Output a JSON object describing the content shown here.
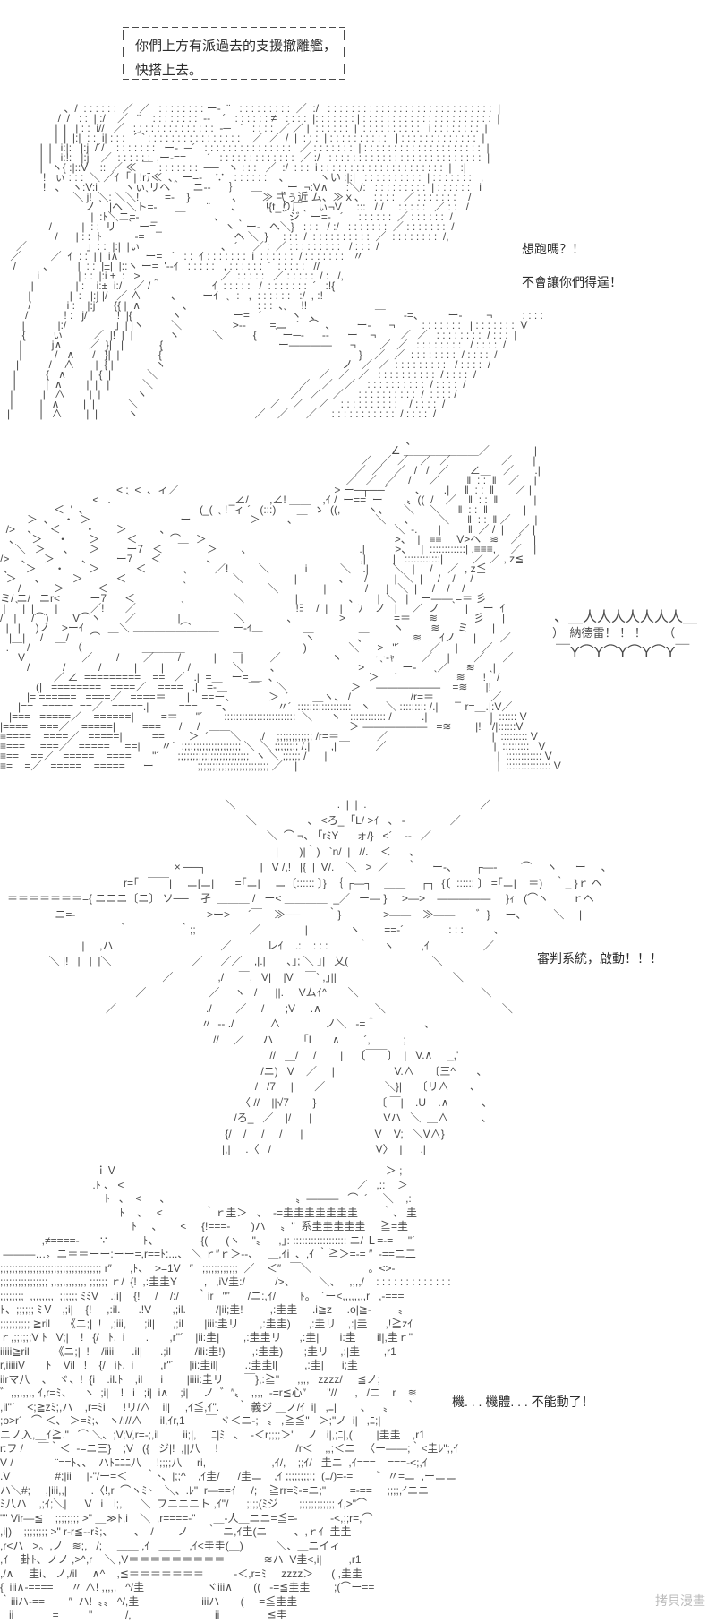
{
  "page": {
    "background": "#ffffff",
    "aa_ink": "#555555",
    "text_ink": "#2b2b2b",
    "watermark_color": "#bcbcbc"
  },
  "dialogue_box": {
    "line1": "你們上方有派過去的支援撤離艦，",
    "line2": "快搭上去。"
  },
  "speeches": [
    {
      "id": "speech-want-to-run",
      "text": "想跑嗎？！"
    },
    {
      "id": "speech-wont-let-you",
      "text": "不會讓你們得逞！"
    },
    {
      "id": "speech-judgement",
      "text": "審判系統，啟動！！！"
    },
    {
      "id": "speech-cant-move",
      "text": "機. . . 機體. . . 不能動了！"
    }
  ],
  "shout_bubble": {
    "top": "、＿人人人人人人人＿",
    "middle": "）　納德雷！ ！ ！　　（",
    "bottom": "￣Y⌒Y⌒Y⌒Y⌒Y￣"
  },
  "watermark": {
    "text": "拷貝漫畫"
  },
  "aa_blocks": [
    {
      "name": "aa-figure",
      "text": "                   、/  : : : : : :  ／  ／   : : : : : : : : ー‐  ¨   : : : : : : : : :  ／  :/   : : : : : : : : : : : : : : : : : : : : : : : : : : : :  |\n                 /  /   : :  | :/    ／   ¨    : : : : : : : :  ‐‐    ´   : : : : : : ≠   : : : :  |: : : : : : : | : : : : : : : : : : : : : : : : : : : : : :  |\n                |  |   | : :  i//   ／   : : : : : : : : : : : : : :  ‐─   ´   : : : :  ／ ／ |  : : : : : :  |  : : : : : : : : : :   i : : : : : : : :  |\n                |  |  |:|  : :  i| : : :   ⌒ : : : : : : : : : : : : : : : :    ／  ／  /  |  : : :  | : : : : : : : : : :   | : : : : : : : : : : : : :  |\n           |  |   i:|:   |:j  /´/    : : : : : : :   ー‐  ─´   : : : : : : : : : : : : : : :   ／ : : : : : : :  | : : : : : : : : : : : : : : : : : : : :  |\n           |  |   i:!:   |:j    ／  : : : : : :  ,ー‐==       ´   : : : : : : : : : : : : :  ／ :/   : : : : : : : : : : : : : : : : : : : : : : : : : :  |\n           |   ヽ{ :|::V    ::  ／ ≪  ￣  : : : : : : :  ──   ヽ : : :   ／  :/  : : :  i : : : : : : : : : : : : : : : : : : : : :  |   :|\n            !   ぃ : : :  ＼ ／ｲ  ｢ | !rﾃ≪  、 ー=‐    ∵   : : : : : :    、          ヽい :|:|   : : : : : : : : : :  | : : : : : : :   ,\n            !   、  ヽ:V:i         ヽぃ リヘ＾    ニ‐‐      ｝                ー  ¬:V∧      :＼/:   : : : : : : : : :  | : : : : : :   i\n                      ＼ j!  ＼: ＼＼! ｀    =‐    }              、   ￣≫ 弌ぅ近 ム、≫ｘ、   : : : :   ／ : : : : : : :    /\n                          ノ｀ |ヘ ＼ト=-      ＿       ¨       、        !{t_り厂     ぃ¬V     :::   /:/     : : : : :   ／ : :   /\n                            |  :ﾄ＼ニ=‐    _                   、                  ｀ジ｀ー=‐   ´     : : : : : :  ／ : : : : : :  /\n              /          |  : :  リ   ｀ ー=_                     ヽ｀ー‐   ヘ＼}   : : :   / :/   : : : : : : :  ／ : : : : : : :  /\n                /      | : :  ﾄ           -=                              ヘ ＼  }     : : :  /  : : : : : : : : : :  ／  : : : : : : : :  /,\n   ／                    」: :  |:|  |ぃ                           、 ´     ／ :  ／ : : : : : : : : :   / : : :  /\n ／          ／  ｲ  : :  | |  i∧         ー=   ´   : :  ｲ : : : : : : :  i  : : : : : :  / : : : : : : :   〃\n  /         、        |  : :  |±|  |::ヽ ー=  '--ｲ   : : : : :   , : : : : : :  ´  : : : : :   //\n          i             | : :  |:i ±  :   >                           ／  : : : : :   ／ : : : : :  / :   /,\n        |              | :    i:±  i:/    ／ /＾                 ｲ  : : : : :   /  : : : : : : :  ´   :!{\n       |             |  :   |:| |/   ／ ∧          、       ーｲ      :   ,  : : : : : :   :/  , :!\n       /            i :    |:j´     {{ |  ∧              、          ｀        : : :  、    !!\n      /            ! :   j/          !  |{             ヽ                 ー=   ´      ｀ヽ   、                  ￣      -=、        ー‐        ¬          : : : :\n     |           |:/                」| |ヽ         ＼                 >‐-        =ニ   ´   ⌒  、       ー‐      ¬         : : : : : : :   | : : : : : : :  V\n     {         ぃ          ／  |!  |  |            ヽ           ＼          {     ｀ー─‐      --      ー    ¬        ／  ／   : : : : : : : :  / : : :  |\n    |          j∧         ／  }|   |            {                  ｀                 ー――――      ¬        ／  ／   : : : : : : : :   / : : : :  /\n    |           /   ∧      /   }|  |             {                                                                  }    ／   ／  : : : : : : : :  / : : : :  /\n   |          /    ∧       |  { |              ヽ                                                           ノ   ／  ／  : : : : : : : : :   / : : : :  /\n  |          {   ∧        |  {  |            ＼                                                      ／   ／   ／   : : : : : : : : : :  / : : : :  /\n  |          |  ∧        |  |   |           ＼                                                 ／    ／    ／    : : : : : : : : : :  / : : : :  /\n |          |   ∧        |  |            ヽ                                                ／   ／    ／     : : : : : : : : : :  /  : : : : /\n |         |   ∧        |  |           ＼                                            ／    ／     ／    : : : : : : : : : :    / : : : :  /\n|          |   ∧        |  |          ヽ                                       ／    ／      ／     : : : : : : : : : : :  / : : : :  /"
    },
    {
      "name": "aa-wreck",
      "text": "                                                                                                                                        、\n                                                                                                                                   ∠ ＿＿＿＿＿＿＿／               |\n                                                                                                                         ／   ／  ／    ／   ／                 ／       |\n                                                                                                                       ／  ／    ／   /   /   ／       ∠＿    ／       .|\n                                                                                                                    ／   ／   ／    /      ／         ‖  : :  ‖    ／     |\n                                       < :  <  、ィ／                                                    > ー─┬──´         、      .|     ‖  : :  ‖       ／ |\n                               <   .    ｀                                _∠/       ,∠! ＿＿    ,ｲ /  ー==  ー        〟((  /    ／    ‖  : :  ‖            |\n                  ＜  '  、                                     (_(    !  ィ ´   (:::)       ＿  ゝ  ((,         ヽ、     ＼     ＼      ‖  : :  ‖            |\n         ＞  、   ・  ＞                              ー        ｀        ＞         、                          ＼      、        ＼      ‖  : :  ‖ ／        |\n  />    、    ＜        ・       ＞           、                                                                           ＼  -.       |         ‖  ／ /  |     ／ |\n   、    ＞     ・       ＞         ＜           ⌒     ＞                                                               >、  |   ≡≡     V>ヘ   ≋    ／    |\n     ＼   ＞      、     ＞         ー7   ＜     ￣      ＞        、                                    .|          >、   |  ::::::::::::| ,≡≡≡,     ／    |\n/>    、    ＞         、        ー7      ＜               、                                                ,|         |   ::::::::::::|          ／  ／ , z≦\n 、    ＞      ・        ＞            ＜                       ／!          ＼            i           ＼    .|        ＼   |     /     ／  , z≦\n  ＞      、         ＞           ＜                  ｀              ＼                 |              、     /         |  ＼  |     /    /     /\n      /           ＞           ＜                        ｀                          ＼               |             /      |   ＼  |     /    /    /\nミ/ ニ/   ニr<          ー7      ＜                                 ＼                 |                 、      |  ＼   |    ー―― =＝ 彡\n |  ｀|  |       |           ／!       ／              ｀                                    !ﾖ    /  |    |     ﾌ    ノ   |     ／  ノ   ｀  |     ー  ｲ\n/＿|     /⌒)        V⌒ヽ        ／              |                  ＼              、              >    ＿＿     =＝      ≋            彡      |\n  |   |     )ノ    >ーｲ        ＿＼                 ⌒              ー‐ｲ                 ＿               ＿        ヽ         ≋      ミ        |\n   |＿|     /    ＿/       ⌒           ￣￣￣￣￣￣￣￣           ￣              ヽ              、               ≋      ｲノ      |        ／\n  .      /              （                    ＿＿＿＿                ＿                    )              ＼      >   \"´          ／     |        ／\n      V                   ／        /        ／        /           |        |         ／                 ヽ           ー‐ｬ         ／     |        ／      ／\n         /           /           /           |        |        /              ＼         、                          >    ｀     ー‐       ／      ≋      |\n                  ／ ∠  =========    ==   ／   .|  =＿   ー=＿   、                              ＞     ´           ｀     ≋      !｀/\n            (|   ========   ====／    ====   .|   =‐＿        ￣     ＼                     ＞     ――――――    =≋      |!\n         |= ======   ====／   ====＝       |    ==ー、           ＞  ´        ＿ヽ、 /                    /r=＝       _          ／\n      |==   =====  ==／   =====.|          ===      =、               〃´  ::::::::::::::::::   ヽ     ＼ ::::::::: /.|         r=＿.|:V／\n   |===   =====／    ======|         =＝      \"´       ::::::::::::::::::::::::  ＼      ヽ   :::::::::::: /          .|                     |  :::::: V\n|====    ===／    =====|         ===      /     /                                                  ＞ ――――――   =≋        |!   '/|::::::V\n≡====    ====／   =====|          ==        ＞  ´￣￣＼      ,/    ;;;;;;;;;;;; /r=＝＿         ／                                   |  ::::::::: V\n≡===     ===／   =====     ==|       〃´  ;;;;;;;;;;;;;;;;;;;; ＼  ＼ ;;;;;;;; /.|       ,|             ／                                    |  :::::::::   V\n≡==    ==／   =====    ====       \"´      ;;;;;;;;;;;;;;;;;;;;;;;;  ヽ ＼ ;;;;;; /      |                                                         |  :::::::::::: V\n≡=    =／   =====    =====      ー        ｀   ;;;;;;;;;;;;;;;;;;;;;;;; ／    |                                                                   |  ::::::::::::::: V"
    },
    {
      "name": "aa-mecha-x",
      "text": "                                                                         ＼                                  .  |  |  .                                      ／\n                                                                                ＼                 、 <ろ_  ｢L/ >ｲ   、 ‐               ／\n                                                                                       ＼  ⌒ ¬、 ｢rﾐY      ォ/}   <´    ‐‐   ／\n                                                                                          |       )|｀)   `n/  |   //.    ＜      、\n                                                        × ──┐                  |   V /,!   |{  |  V/.    ＼   >  ／      ｀     ー‐、      ┌―‐        ⌒     ヽ      ー     、\n                                       r=｢   ￣￣|     ニ[ニ|       =｢ニ|     ニ〔:::::: 〕}  ｛ ┌―┐    ＿＿     ┌┐  {〔  :::::: 〕 =｢ニ|    ＝)    ｀_ }ｒ ヘ\n＝＝＝＝＝＝＝={ ニニニ〔ニ〕 ソ──    孑  ＿＿＿ /   ー< ＿＿＿＿  _／   ー― }     >―>    ―――――     }ｨ   (⌒ヽ        ｒヘ\n                ニ=‐                                            >ー>      ´￣    ≫──         ｀}              >――    ≫――       ゛}     ー、         ＼     |\n                                     ｀                 ｀;;                  ／               |              ヽ        ==-´               : : :          、\n                         |     ,ハ                                    ／            レｲ    .:    : : :          ｀     ヽ         ,ｲ                  ／\n              ＼ |!   |   |  |＼                           ／      ／／    ,|.|       、｣; ＼ ｣|   乂(                            ＼\n                                                    ／               ,/     ￣,   V|    |V    ￣` ,｣||                                       ＼\n                                           ／                     ／     ヽ   /      ||.     Vムｲ^       ＼                                         ＼\n                                 ／                              ./        ／     /       ;V     .∧                  ＼                                       ＼\n                                                                 〃  -- ./            ∧               ノ＼   -=＾                、\n                                                                     //     ／      ハ          ｢L      ∧        ´,           ;\n                                                                                        //   ＿/     /        |    〔￣￣〕  |   V.∧     _,'\n                                                                                     /ニ)   V    ／     |                    V.∧     〔三^       、\n                                                                                   /   /7     |       ／                    ＼}|     〔リ∧       、\n                                                                              〈 //    ||√7        }                    〔 ￣|    .U    .∧           、\n                                                                            /ろ_   ／    |/      |                        Vハ   ＼  ＿∧           、\n                                                                         {/    /     /     /      |                        V    V;   ＼V∧}\n                                                                        |,|     .〈   /                                   V〉  |      .|"
    },
    {
      "name": "aa-mecha-big",
      "text": "                                ｉＶ                                                                                          ＞ ;\n                               .ﾄ 、 <                                                                              ／   ,::    ＞\n                                   ﾄ   、  <      、                                          〟―――   ⌒  ´     ＼    ,:\n                                        ﾄ    、   <              ｀ｒ圭＞   、  ‐=圭圭圭圭圭圭圭        ｀、 圭\n                                            ﾄ     、      <     {!===-       )ハ     〟\"  系圭圭圭圭圭     ≧=圭\n              ,≠====‐       ∵            ﾄ、              {(      (ヽ    \"〟    ,｣: :::::::::::::::::: ニ/ Ｌ=-=     \"´\n ———…〟ニ＝＝ーー:ーー=,r==ﾄ:...、 ＼ ｒ″ｒ＞‐-、   ＿,ｲi  、,ｲ ｀≧＞=‐= ″  -==ニ二\n;;;;;;;;;;;;;;;;;;;;;;;;;;;;;;;;;; r″      ,ﾄ、  >=1V   ″   ;;;;;;;;;;;;  ／    ＜″   ￣＼                   。<>-\n;;;;;;;;;;;;;;;; ,,,,,,,,,,,, ;;;;;; ｒ/  {!  ,:圭圭Y         ,   ,iV圭:/          />、        ＼、   ,,,,/    : : : : : : : : : : : : :\n;;;;;;;;  ,,,,,,,,  ;;;;;; ﾐﾐV    .;i|    {!     /    /:/      ｀ir   ″”      /ニ:,ｲ/        ﾄ。  ´ー<,,,,,,,,r   ,‐===\nﾄ、;;;;;; ﾐＶ   ,;i|    {!     ,:il.      .!V       ,;il.          /|ii;圭!         ,:圭圭     .i≧z     .o|≧-         〟\n;;;;;;;;;; ≧ril     《ニ;|  !   ,;iii,      ;il|      ,;il       |iii:圭リ       ,:圭圭)      ,:圭リ    ,:|圭      ,!≧zｲ\nｒ,;;;;;;V ﾄ   V;|    !   {/   ﾄ.  i       .       ,r\"´    |ii:圭|        ,:圭圭リ      ,:圭|       i:圭       il|,圭ｒ\"\niiiii≧ril        《ニ;|  !    /iiii      .il|      .;il        /ili:圭!)         ,:圭圭)       ;圭リ    ,:|圭        ,r1\nr,iiiiiV       ﾄ    Vil   !    {/   iﾄ.  i         ,r\"´     |ii:圭il|         .:圭圭l|         ,:圭|      i;圭\niirマ八    、  ヾ、!  {i    .il.ﾄ    ,il      i        |iiii:圭リ       ￣},:≧\"      ,,,,   zzzz/     ≦ノ;\n゛,,,,,,,, ｲ,r=ﾐ、    ヽ  ;i|    !   i   ;i|  i∧    ;i|     ノ  ゛″〟  ,,,,  -=r≦心″       \"//      ,   /ニ    r    ≋\n,il\"´    <;≧zﾐ;,ハ    ,r=ﾐi      !リ/∧    il|     ,ｲ≦,ｲ\".      ｀ 義ジ ＿ノ/ｲ  i|   ,ﾆ|        、    〟    ｀\n;o>r´   ⌒ ＜、 ＞=ﾐ;、 ヽ/;//∧      il,ｲr,1       ￣ ヾ＜ニ‐;   〟 ,≧≦\"   ＞;\"ノ  i|   ,ﾆ;|\nニノ入,＿ｲ≧.\"   ⌒ ＼、;V;V,r=‐;,il        ii;|,     ﾆ|ﾐ   、  ‐＜r;;;;＞\"    ノ   i|,;ﾆ|,(        |圭圭    ,r1\nr:フ /     ￣｀＜  -=ニ三}    ;V   ({   ジ|!  ,||八     !                          /r＜    ,,;＜ニ   〈ー――;｀<圭ﾚ\";,ｲ\nV /              ¨==ﾄ、、  ハﾄﾆﾆﾆ八     !;;;;八     ri,                      ,ｲ/,    ;;ｲ/   圭ニ  ,ｲ===    ===-<;,ｲ\n.V               #;|ii     |-\"/ー=＜      ｀ﾄ、|;;^    ,ｲ圭/      /圭ニ    ,ｲ ;;;;;;;;;;  (ﾆ/)=-=        ゛〃=ニ  ,ーニニ\nハ＼#;     ,|iii,,|        .〈!,r  ⌒ヽﾐﾄ    ＼、.ﾚ\"  r―==ｲ     /;    ≧rr=ﾐ-=ニ;\"        =-==     ;;;;,ｲニニ\nﾐ八ハ    ,;ｲ;＼|      V   i￣i;,      ＼  フニニニト ,ｲ\"/      ;;;;(ﾐジ       ;;;;;;;;;;;; ｲ,>\"⌒\n\"\" Vir―≦    ;;;;;;;; >\" ＿≫ﾄ,i    ＼  ,r====-\"      ＿-人＿ニニ=≦=-           -<,;;r=,⌒\n,i|)    ;;;;;;;; >\" r-r≦--rﾐ;、       、  /        ノ      ｀  ニ,ｲ圭(ニ         、,ｒｲ  圭圭\n,r<ハ   >。,ノ   ≋;,   /;     ＿＿ ,ｲ   ＿＿   ,ｲ<圭圭(＿)           ＼、＿ニイィ\n,ｲ    卦ﾄ、ノノ ,>^,r    ＼ ,V＝＝＝＝＝＝＝＝＝             ≋ハ  V圭<,i|         ,r1\n,/∧     圭i、 ノ,/il     ∧^    ,≦＝＝＝＝＝＝＝          -＜,r=ﾐ     zzzz＞      ( ,圭圭\n{  iii∧-====      〃 ∧! ,,,,,   ^/圭                     ヾiii∧       ((   -=≦圭圭        ;(⌒ー==\n｀iiiハ-==        ″  ハ!  〟〟 ^/,圭                     iiiハ       (     =≦圭圭\n   ii             =          \"           /,                            ii                ≦圭"
    }
  ]
}
